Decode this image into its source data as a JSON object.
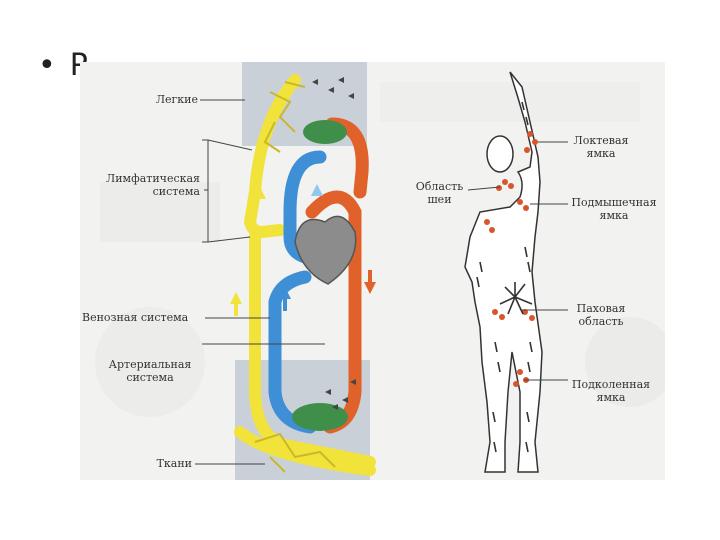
{
  "slide": {
    "bullet_symbol": "•",
    "bullet_text": "Р"
  },
  "left_diagram": {
    "labels": {
      "lungs": "Легкие",
      "lymphatic_system_line1": "Лимфатическая",
      "lymphatic_system_line2": "система",
      "venous_system": "Венозная система",
      "arterial_system_line1": "Артериальная",
      "arterial_system_line2": "система",
      "tissues": "Ткани"
    },
    "colors": {
      "lymph": "#f2e33a",
      "venous": "#3f8fd6",
      "arterial": "#e0622a",
      "capillary": "#3f8f4a",
      "heart": "#8c8c8c"
    }
  },
  "right_diagram": {
    "labels": {
      "neck_region_line1": "Область",
      "neck_region_line2": "шеи",
      "elbow_fossa_line1": "Локтевая",
      "elbow_fossa_line2": "ямка",
      "axillary_fossa_line1": "Подмышечная",
      "axillary_fossa_line2": "ямка",
      "inguinal_region_line1": "Паховая",
      "inguinal_region_line2": "область",
      "popliteal_fossa_line1": "Подколенная",
      "popliteal_fossa_line2": "ямка"
    },
    "colors": {
      "node": "#d9552c",
      "vessel": "#333333"
    }
  }
}
